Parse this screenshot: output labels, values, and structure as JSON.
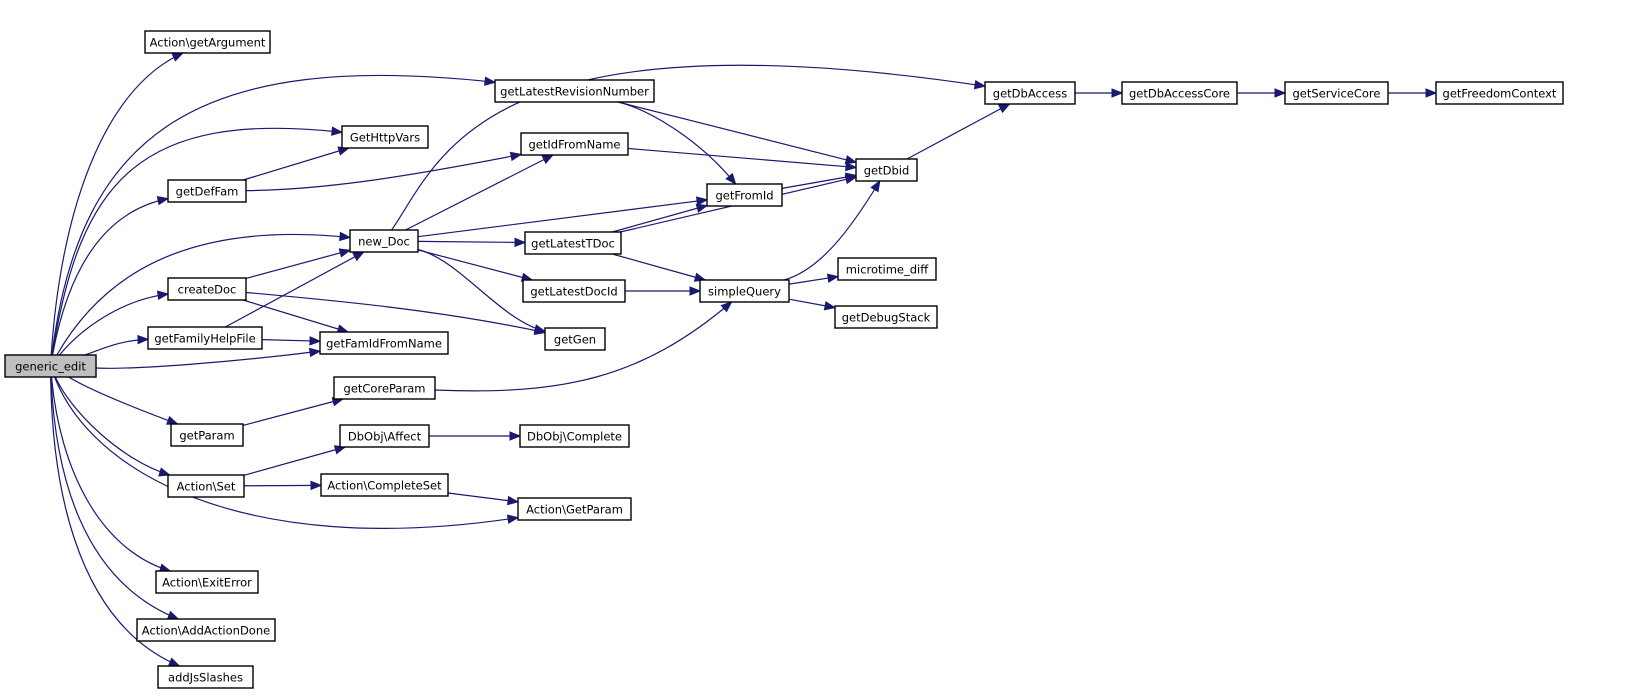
{
  "diagram": {
    "type": "call-graph",
    "root": "generic_edit",
    "colors": {
      "edge": "#191970",
      "node_border": "#000000",
      "node_fill": "#ffffff",
      "root_fill": "#bfbfbf"
    },
    "nodes": [
      {
        "id": "generic_edit",
        "label": "generic_edit",
        "root": true
      },
      {
        "id": "getArgument",
        "label": "Action\\getArgument"
      },
      {
        "id": "getLatestRevisionNumber",
        "label": "getLatestRevisionNumber"
      },
      {
        "id": "GetHttpVars",
        "label": "GetHttpVars"
      },
      {
        "id": "getDefFam",
        "label": "getDefFam"
      },
      {
        "id": "getIdFromName",
        "label": "getIdFromName"
      },
      {
        "id": "new_Doc",
        "label": "new_Doc"
      },
      {
        "id": "createDoc",
        "label": "createDoc"
      },
      {
        "id": "getFamilyHelpFile",
        "label": "getFamilyHelpFile"
      },
      {
        "id": "getFamIdFromName",
        "label": "getFamIdFromName"
      },
      {
        "id": "getParam",
        "label": "getParam"
      },
      {
        "id": "getCoreParam",
        "label": "getCoreParam"
      },
      {
        "id": "ActionSet",
        "label": "Action\\Set"
      },
      {
        "id": "DbObjAffect",
        "label": "DbObj\\Affect"
      },
      {
        "id": "DbObjComplete",
        "label": "DbObj\\Complete"
      },
      {
        "id": "ActionCompleteSet",
        "label": "Action\\CompleteSet"
      },
      {
        "id": "ActionGetParam",
        "label": "Action\\GetParam"
      },
      {
        "id": "ActionExitError",
        "label": "Action\\ExitError"
      },
      {
        "id": "ActionAddActionDone",
        "label": "Action\\AddActionDone"
      },
      {
        "id": "addJsSlashes",
        "label": "addJsSlashes"
      },
      {
        "id": "getLatestTDoc",
        "label": "getLatestTDoc"
      },
      {
        "id": "getLatestDocId",
        "label": "getLatestDocId"
      },
      {
        "id": "getGen",
        "label": "getGen"
      },
      {
        "id": "getFromId",
        "label": "getFromId"
      },
      {
        "id": "simpleQuery",
        "label": "simpleQuery"
      },
      {
        "id": "getDbid",
        "label": "getDbid"
      },
      {
        "id": "microtime_diff",
        "label": "microtime_diff"
      },
      {
        "id": "getDebugStack",
        "label": "getDebugStack"
      },
      {
        "id": "getDbAccess",
        "label": "getDbAccess"
      },
      {
        "id": "getDbAccessCore",
        "label": "getDbAccessCore"
      },
      {
        "id": "getServiceCore",
        "label": "getServiceCore"
      },
      {
        "id": "getFreedomContext",
        "label": "getFreedomContext"
      }
    ],
    "edges": [
      [
        "generic_edit",
        "getArgument"
      ],
      [
        "generic_edit",
        "getLatestRevisionNumber"
      ],
      [
        "generic_edit",
        "GetHttpVars"
      ],
      [
        "generic_edit",
        "getDefFam"
      ],
      [
        "generic_edit",
        "new_Doc"
      ],
      [
        "generic_edit",
        "createDoc"
      ],
      [
        "generic_edit",
        "getFamilyHelpFile"
      ],
      [
        "generic_edit",
        "getFamIdFromName"
      ],
      [
        "generic_edit",
        "getParam"
      ],
      [
        "generic_edit",
        "ActionSet"
      ],
      [
        "generic_edit",
        "ActionGetParam"
      ],
      [
        "generic_edit",
        "ActionExitError"
      ],
      [
        "generic_edit",
        "ActionAddActionDone"
      ],
      [
        "generic_edit",
        "addJsSlashes"
      ],
      [
        "getDefFam",
        "GetHttpVars"
      ],
      [
        "getDefFam",
        "getIdFromName"
      ],
      [
        "createDoc",
        "new_Doc"
      ],
      [
        "createDoc",
        "getFamIdFromName"
      ],
      [
        "createDoc",
        "getGen"
      ],
      [
        "getFamilyHelpFile",
        "new_Doc"
      ],
      [
        "getFamilyHelpFile",
        "getFamIdFromName"
      ],
      [
        "getParam",
        "getCoreParam"
      ],
      [
        "getCoreParam",
        "simpleQuery"
      ],
      [
        "ActionSet",
        "DbObjAffect"
      ],
      [
        "ActionSet",
        "ActionCompleteSet"
      ],
      [
        "DbObjAffect",
        "DbObjComplete"
      ],
      [
        "ActionCompleteSet",
        "ActionGetParam"
      ],
      [
        "new_Doc",
        "getDbAccess"
      ],
      [
        "new_Doc",
        "getIdFromName"
      ],
      [
        "new_Doc",
        "getFromId"
      ],
      [
        "new_Doc",
        "getLatestTDoc"
      ],
      [
        "new_Doc",
        "getLatestDocId"
      ],
      [
        "new_Doc",
        "getGen"
      ],
      [
        "getLatestRevisionNumber",
        "getFromId"
      ],
      [
        "getLatestRevisionNumber",
        "getDbid"
      ],
      [
        "getIdFromName",
        "getDbid"
      ],
      [
        "getLatestTDoc",
        "getFromId"
      ],
      [
        "getLatestTDoc",
        "getDbid"
      ],
      [
        "getLatestTDoc",
        "simpleQuery"
      ],
      [
        "getLatestDocId",
        "simpleQuery"
      ],
      [
        "getFromId",
        "getDbid"
      ],
      [
        "simpleQuery",
        "getDbid"
      ],
      [
        "simpleQuery",
        "microtime_diff"
      ],
      [
        "simpleQuery",
        "getDebugStack"
      ],
      [
        "getDbid",
        "getDbAccess"
      ],
      [
        "getDbAccess",
        "getDbAccessCore"
      ],
      [
        "getDbAccessCore",
        "getServiceCore"
      ],
      [
        "getServiceCore",
        "getFreedomContext"
      ]
    ]
  }
}
